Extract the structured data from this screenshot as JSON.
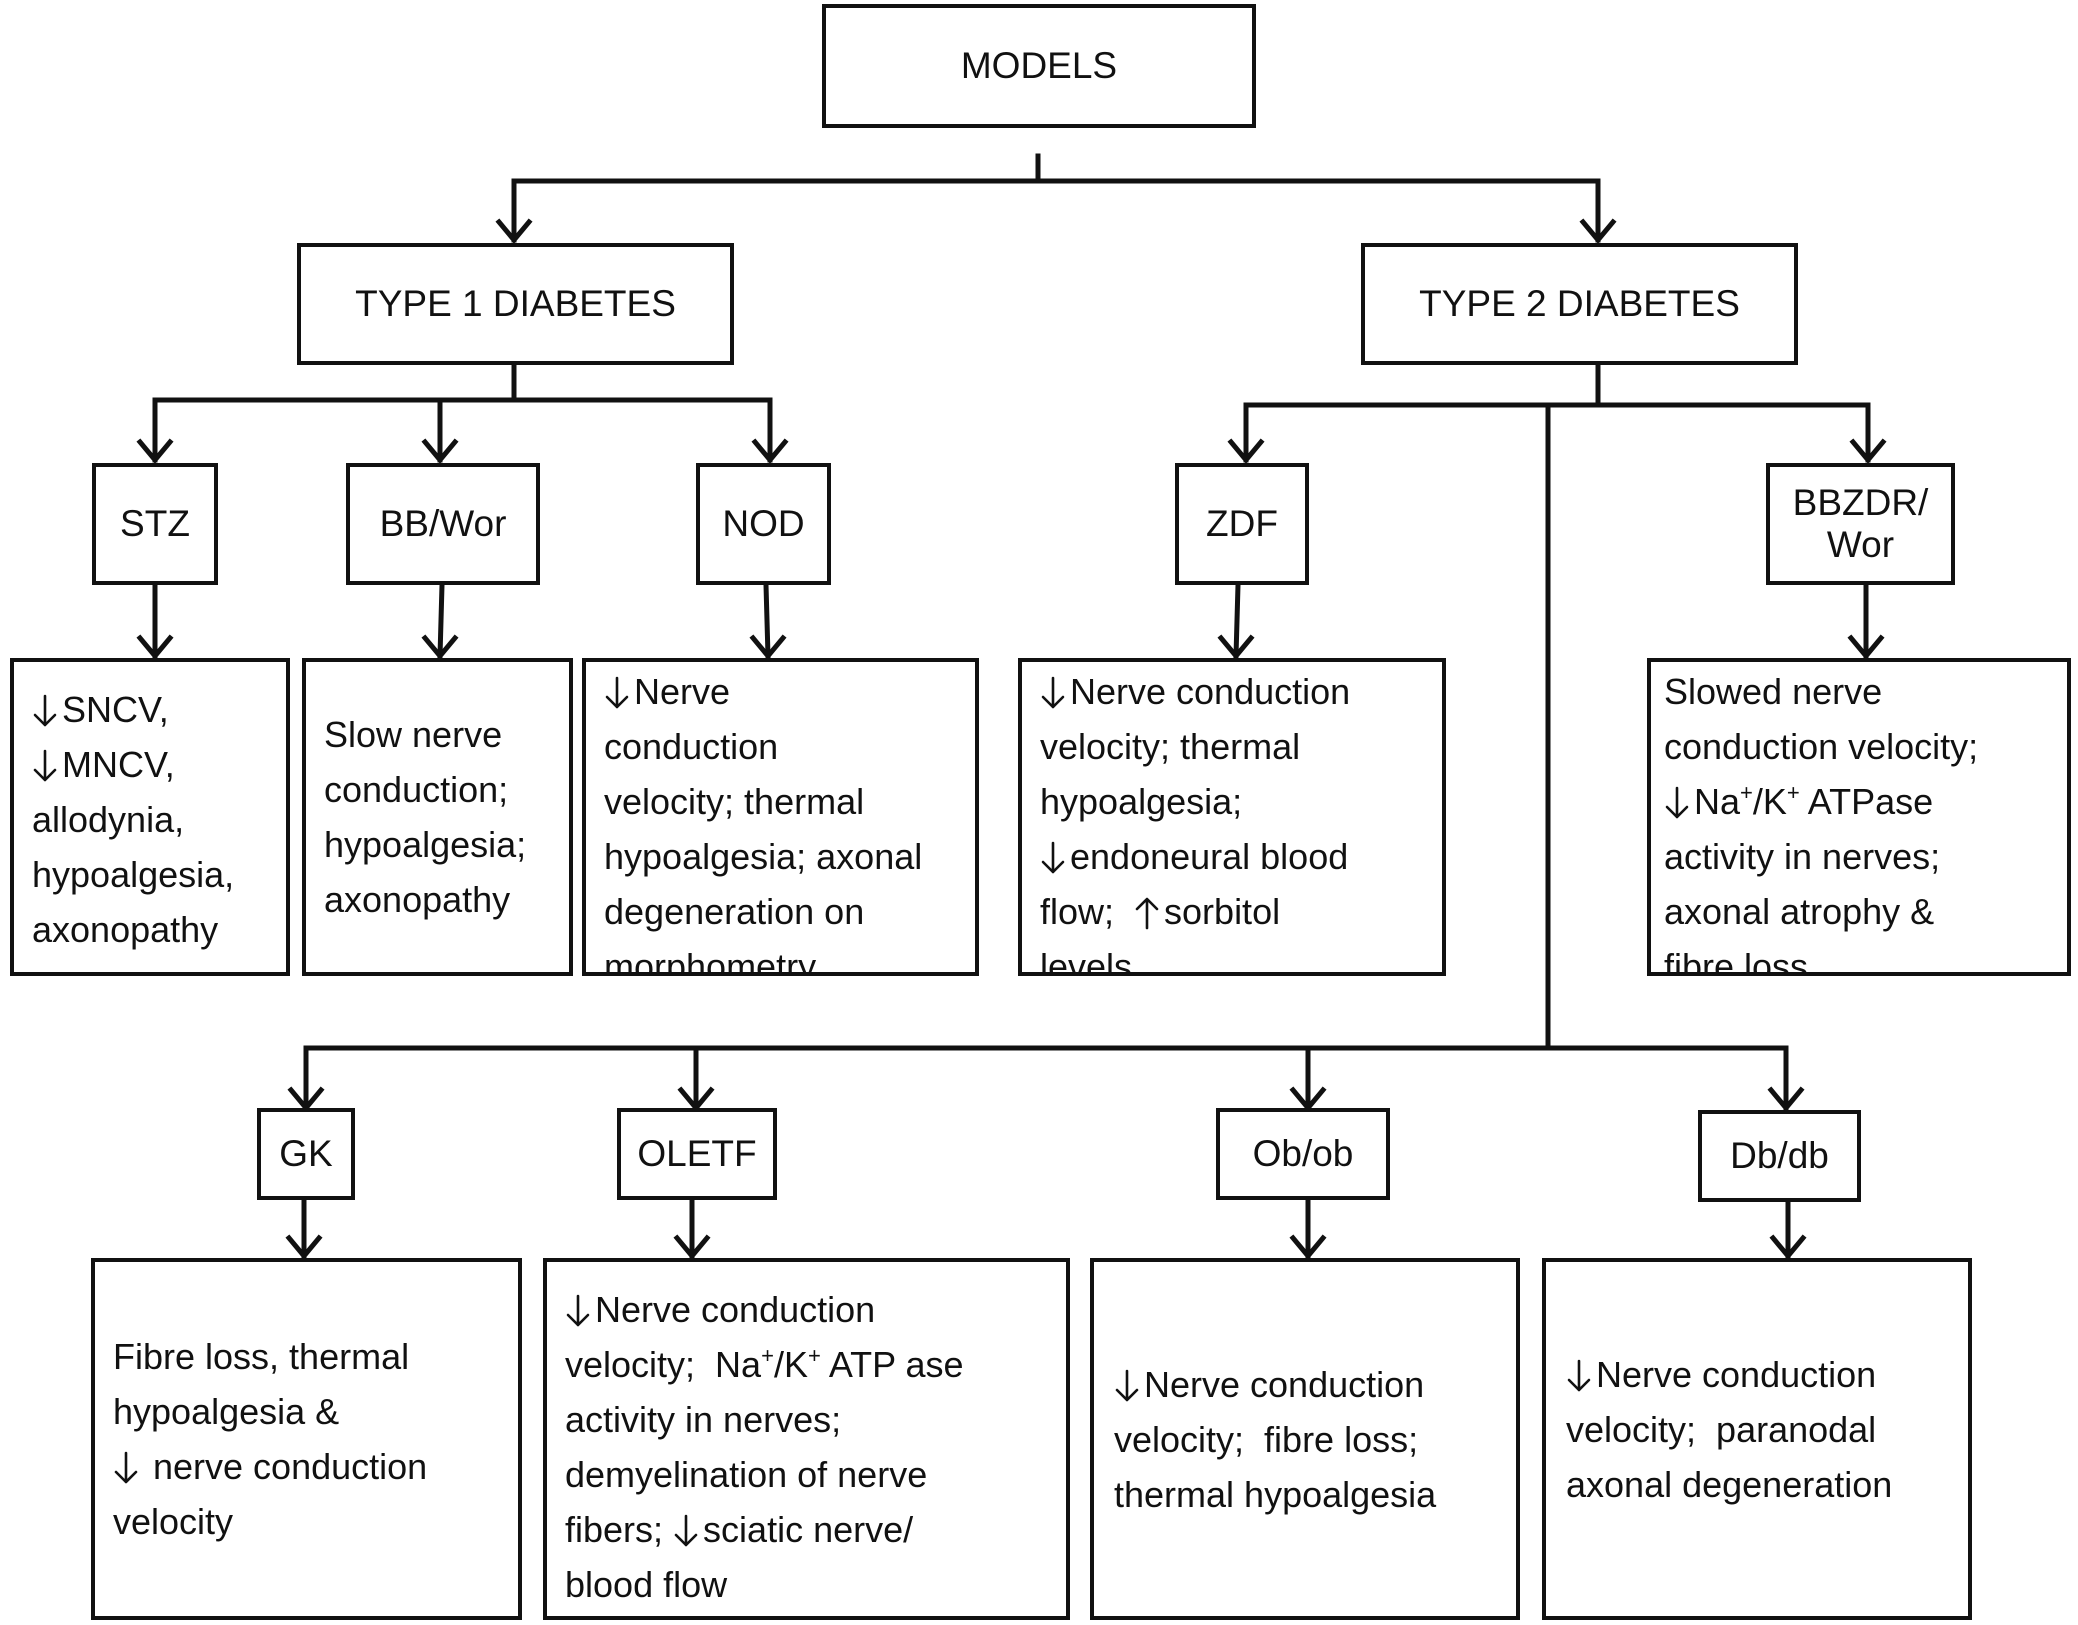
{
  "root": {
    "label": "MODELS"
  },
  "type1": {
    "label": "TYPE 1 DIABETES",
    "models": [
      {
        "id": "stz",
        "label": "STZ",
        "findings": [
          [
            {
              "arrow": "down"
            },
            {
              "t": "SNCV,"
            }
          ],
          [
            {
              "arrow": "down"
            },
            {
              "t": "MNCV,"
            }
          ],
          [
            {
              "t": "allodynia,"
            }
          ],
          [
            {
              "t": "hypoalgesia,"
            }
          ],
          [
            {
              "t": "axonopathy"
            }
          ]
        ]
      },
      {
        "id": "bbwor",
        "label": "BB/Wor",
        "findings": [
          [
            {
              "t": "Slow nerve"
            }
          ],
          [
            {
              "t": "conduction;"
            }
          ],
          [
            {
              "t": "hypoalgesia;"
            }
          ],
          [
            {
              "t": "axonopathy"
            }
          ]
        ]
      },
      {
        "id": "nod",
        "label": "NOD",
        "findings": [
          [
            {
              "arrow": "down"
            },
            {
              "t": "Nerve"
            }
          ],
          [
            {
              "t": "conduction"
            }
          ],
          [
            {
              "t": "velocity; thermal"
            }
          ],
          [
            {
              "t": "hypoalgesia; axonal"
            }
          ],
          [
            {
              "t": "degeneration on"
            }
          ],
          [
            {
              "t": "morphometry"
            }
          ]
        ]
      }
    ]
  },
  "type2": {
    "label": "TYPE 2 DIABETES",
    "models": [
      {
        "id": "zdf",
        "label": "ZDF",
        "findings": [
          [
            {
              "arrow": "down"
            },
            {
              "t": "Nerve conduction"
            }
          ],
          [
            {
              "t": "velocity; thermal"
            }
          ],
          [
            {
              "t": "hypoalgesia;"
            }
          ],
          [
            {
              "arrow": "down"
            },
            {
              "t": "endoneural blood"
            }
          ],
          [
            {
              "t": "flow;  "
            },
            {
              "arrow": "up"
            },
            {
              "t": "sorbitol"
            }
          ],
          [
            {
              "t": "levels"
            }
          ]
        ]
      },
      {
        "id": "bbzdr",
        "label": "BBZDR/ Wor",
        "label_lines": [
          "BBZDR/",
          "Wor"
        ],
        "findings": [
          [
            {
              "t": "Slowed nerve"
            }
          ],
          [
            {
              "t": "conduction velocity;"
            }
          ],
          [
            {
              "arrow": "down"
            },
            {
              "t": "Na"
            },
            {
              "sup": "+"
            },
            {
              "t": "/K"
            },
            {
              "sup": "+"
            },
            {
              "t": " ATPase"
            }
          ],
          [
            {
              "t": "activity in nerves;"
            }
          ],
          [
            {
              "t": "axonal atrophy &"
            }
          ],
          [
            {
              "t": "fibre loss"
            }
          ]
        ]
      },
      {
        "id": "gk",
        "label": "GK",
        "findings": [
          [
            {
              "t": "Fibre loss, thermal"
            }
          ],
          [
            {
              "t": "hypoalgesia &"
            }
          ],
          [
            {
              "arrow": "down"
            },
            {
              "t": " nerve conduction"
            }
          ],
          [
            {
              "t": "velocity"
            }
          ]
        ]
      },
      {
        "id": "oletf",
        "label": "OLETF",
        "findings": [
          [
            {
              "arrow": "down"
            },
            {
              "t": "Nerve conduction"
            }
          ],
          [
            {
              "t": "velocity;  Na"
            },
            {
              "sup": "+"
            },
            {
              "t": "/K"
            },
            {
              "sup": "+"
            },
            {
              "t": " ATP ase"
            }
          ],
          [
            {
              "t": "activity in nerves;"
            }
          ],
          [
            {
              "t": "demyelination of nerve"
            }
          ],
          [
            {
              "t": "fibers; "
            },
            {
              "arrow": "down"
            },
            {
              "t": "sciatic nerve/"
            }
          ],
          [
            {
              "t": "blood flow"
            }
          ]
        ]
      },
      {
        "id": "obob",
        "label": "Ob/ob",
        "findings": [
          [
            {
              "arrow": "down"
            },
            {
              "t": "Nerve conduction"
            }
          ],
          [
            {
              "t": "velocity;  fibre loss;"
            }
          ],
          [
            {
              "t": "thermal hypoalgesia"
            }
          ]
        ]
      },
      {
        "id": "dbdb",
        "label": "Db/db",
        "findings": [
          [
            {
              "arrow": "down"
            },
            {
              "t": "Nerve conduction"
            }
          ],
          [
            {
              "t": "velocity;  paranodal"
            }
          ],
          [
            {
              "t": "axonal degeneration"
            }
          ]
        ]
      }
    ]
  }
}
